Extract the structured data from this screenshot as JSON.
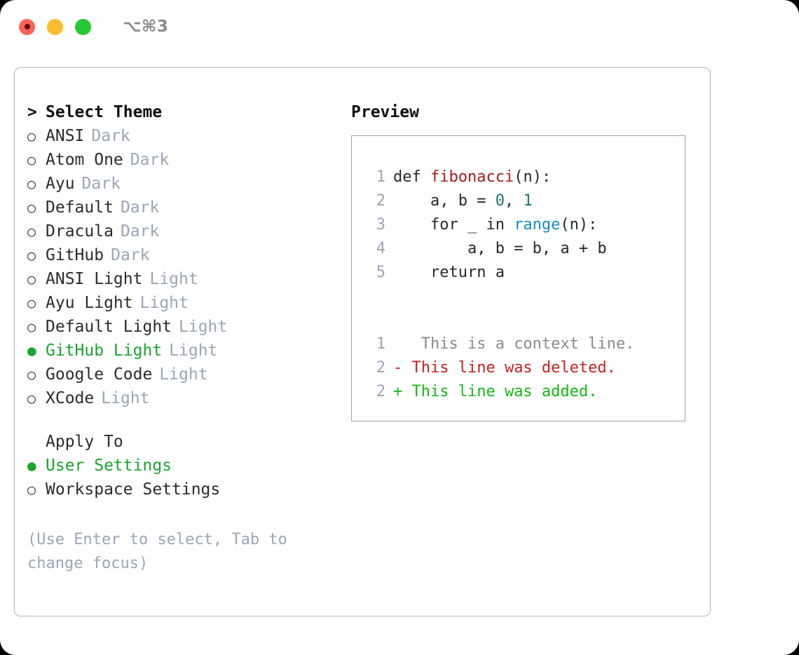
{
  "window": {
    "shortcut": "⌥⌘3",
    "traffic_lights": [
      {
        "name": "close",
        "color": "#ff6158"
      },
      {
        "name": "minimize",
        "color": "#ffbd2e"
      },
      {
        "name": "maximize",
        "color": "#25c732"
      }
    ]
  },
  "theme_list": {
    "heading_prefix": ">",
    "heading": "Select Theme",
    "items": [
      {
        "bullet": "○",
        "name": "ANSI",
        "variant": "Dark",
        "selected": false
      },
      {
        "bullet": "○",
        "name": "Atom One",
        "variant": "Dark",
        "selected": false
      },
      {
        "bullet": "○",
        "name": "Ayu",
        "variant": "Dark",
        "selected": false
      },
      {
        "bullet": "○",
        "name": "Default",
        "variant": "Dark",
        "selected": false
      },
      {
        "bullet": "○",
        "name": "Dracula",
        "variant": "Dark",
        "selected": false
      },
      {
        "bullet": "○",
        "name": "GitHub",
        "variant": "Dark",
        "selected": false
      },
      {
        "bullet": "○",
        "name": "ANSI Light",
        "variant": "Light",
        "selected": false
      },
      {
        "bullet": "○",
        "name": "Ayu Light",
        "variant": "Light",
        "selected": false
      },
      {
        "bullet": "○",
        "name": "Default Light",
        "variant": "Light",
        "selected": false
      },
      {
        "bullet": "●",
        "name": "GitHub Light",
        "variant": "Light",
        "selected": true
      },
      {
        "bullet": "○",
        "name": "Google Code",
        "variant": "Light",
        "selected": false
      },
      {
        "bullet": "○",
        "name": "XCode",
        "variant": "Light",
        "selected": false
      }
    ]
  },
  "apply_to": {
    "heading": "Apply To",
    "options": [
      {
        "bullet": "●",
        "label": "User Settings",
        "selected": true
      },
      {
        "bullet": "○",
        "label": "Workspace Settings",
        "selected": false
      }
    ]
  },
  "hint": "(Use Enter to select, Tab to change focus)",
  "preview": {
    "title": "Preview",
    "code_lines": [
      {
        "num": "1",
        "segments": [
          {
            "text": "def ",
            "cls": "ctext"
          },
          {
            "text": "fibonacci",
            "cls": "tok-fn"
          },
          {
            "text": "(n):",
            "cls": "ctext"
          }
        ]
      },
      {
        "num": "2",
        "segments": [
          {
            "text": "    a, b = ",
            "cls": "ctext"
          },
          {
            "text": "0",
            "cls": "tok-num"
          },
          {
            "text": ", ",
            "cls": "ctext"
          },
          {
            "text": "1",
            "cls": "tok-num"
          }
        ]
      },
      {
        "num": "3",
        "segments": [
          {
            "text": "    for _ in ",
            "cls": "ctext"
          },
          {
            "text": "range",
            "cls": "tok-call"
          },
          {
            "text": "(n):",
            "cls": "ctext"
          }
        ]
      },
      {
        "num": "4",
        "segments": [
          {
            "text": "        a, b = b, a + b",
            "cls": "ctext"
          }
        ]
      },
      {
        "num": "5",
        "segments": [
          {
            "text": "    return a",
            "cls": "ctext"
          }
        ]
      }
    ],
    "diff_lines": [
      {
        "num": "1",
        "marker": " ",
        "text": "  This is a context line.",
        "kind": "context"
      },
      {
        "num": "2",
        "marker": "-",
        "text": " This line was deleted.",
        "kind": "deleted"
      },
      {
        "num": "2",
        "marker": "+",
        "text": " This line was added.",
        "kind": "added"
      }
    ]
  },
  "colors": {
    "accent_green": "#1aa52b",
    "diff_add": "#14b814",
    "diff_del": "#cc1f1f",
    "muted": "#9aa6b6",
    "border": "#aab3c0",
    "syntax_function": "#a91c1c",
    "syntax_number": "#137a6e",
    "syntax_call": "#168cc4"
  }
}
